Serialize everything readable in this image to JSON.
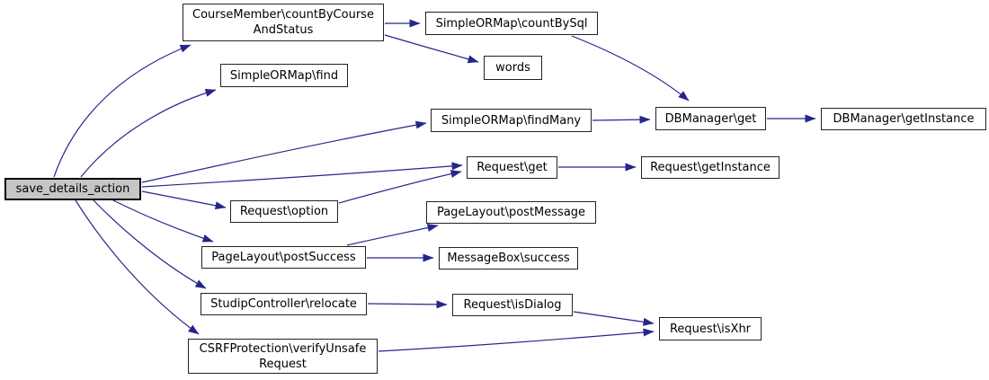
{
  "diagram": {
    "kind": "call-graph",
    "root_function": "save_details_action"
  },
  "colors": {
    "edge": "#25258b",
    "node_border": "#222222",
    "node_fill": "#ffffff",
    "highlight_fill": "#c6c6c6",
    "text": "#000000",
    "background": "#ffffff"
  },
  "nodes": {
    "save": {
      "lines": [
        "save_details_action"
      ]
    },
    "countByCourseAndStatus": {
      "lines": [
        "CourseMember\\countByCourse",
        "AndStatus"
      ]
    },
    "countBySql": {
      "lines": [
        "SimpleORMap\\countBySql"
      ]
    },
    "words": {
      "lines": [
        "words"
      ]
    },
    "find": {
      "lines": [
        "SimpleORMap\\find"
      ]
    },
    "findMany": {
      "lines": [
        "SimpleORMap\\findMany"
      ]
    },
    "dbGet": {
      "lines": [
        "DBManager\\get"
      ]
    },
    "dbGetInstance": {
      "lines": [
        "DBManager\\getInstance"
      ]
    },
    "requestGet": {
      "lines": [
        "Request\\get"
      ]
    },
    "requestGetInstance": {
      "lines": [
        "Request\\getInstance"
      ]
    },
    "requestOption": {
      "lines": [
        "Request\\option"
      ]
    },
    "postMessage": {
      "lines": [
        "PageLayout\\postMessage"
      ]
    },
    "postSuccess": {
      "lines": [
        "PageLayout\\postSuccess"
      ]
    },
    "messageBoxSuccess": {
      "lines": [
        "MessageBox\\success"
      ]
    },
    "relocate": {
      "lines": [
        "StudipController\\relocate"
      ]
    },
    "isDialog": {
      "lines": [
        "Request\\isDialog"
      ]
    },
    "isXhr": {
      "lines": [
        "Request\\isXhr"
      ]
    },
    "verifyUnsafeRequest": {
      "lines": [
        "CSRFProtection\\verifyUnsafe",
        "Request"
      ]
    }
  },
  "edges": [
    {
      "from": "save",
      "to": "countByCourseAndStatus"
    },
    {
      "from": "save",
      "to": "find"
    },
    {
      "from": "save",
      "to": "findMany"
    },
    {
      "from": "save",
      "to": "requestGet"
    },
    {
      "from": "save",
      "to": "requestOption"
    },
    {
      "from": "save",
      "to": "postSuccess"
    },
    {
      "from": "save",
      "to": "relocate"
    },
    {
      "from": "save",
      "to": "verifyUnsafeRequest"
    },
    {
      "from": "countByCourseAndStatus",
      "to": "countBySql"
    },
    {
      "from": "countByCourseAndStatus",
      "to": "words"
    },
    {
      "from": "countBySql",
      "to": "dbGet"
    },
    {
      "from": "findMany",
      "to": "dbGet"
    },
    {
      "from": "dbGet",
      "to": "dbGetInstance"
    },
    {
      "from": "requestGet",
      "to": "requestGetInstance"
    },
    {
      "from": "requestOption",
      "to": "requestGet"
    },
    {
      "from": "postSuccess",
      "to": "postMessage"
    },
    {
      "from": "postSuccess",
      "to": "messageBoxSuccess"
    },
    {
      "from": "relocate",
      "to": "isDialog"
    },
    {
      "from": "isDialog",
      "to": "isXhr"
    },
    {
      "from": "verifyUnsafeRequest",
      "to": "isXhr"
    }
  ]
}
